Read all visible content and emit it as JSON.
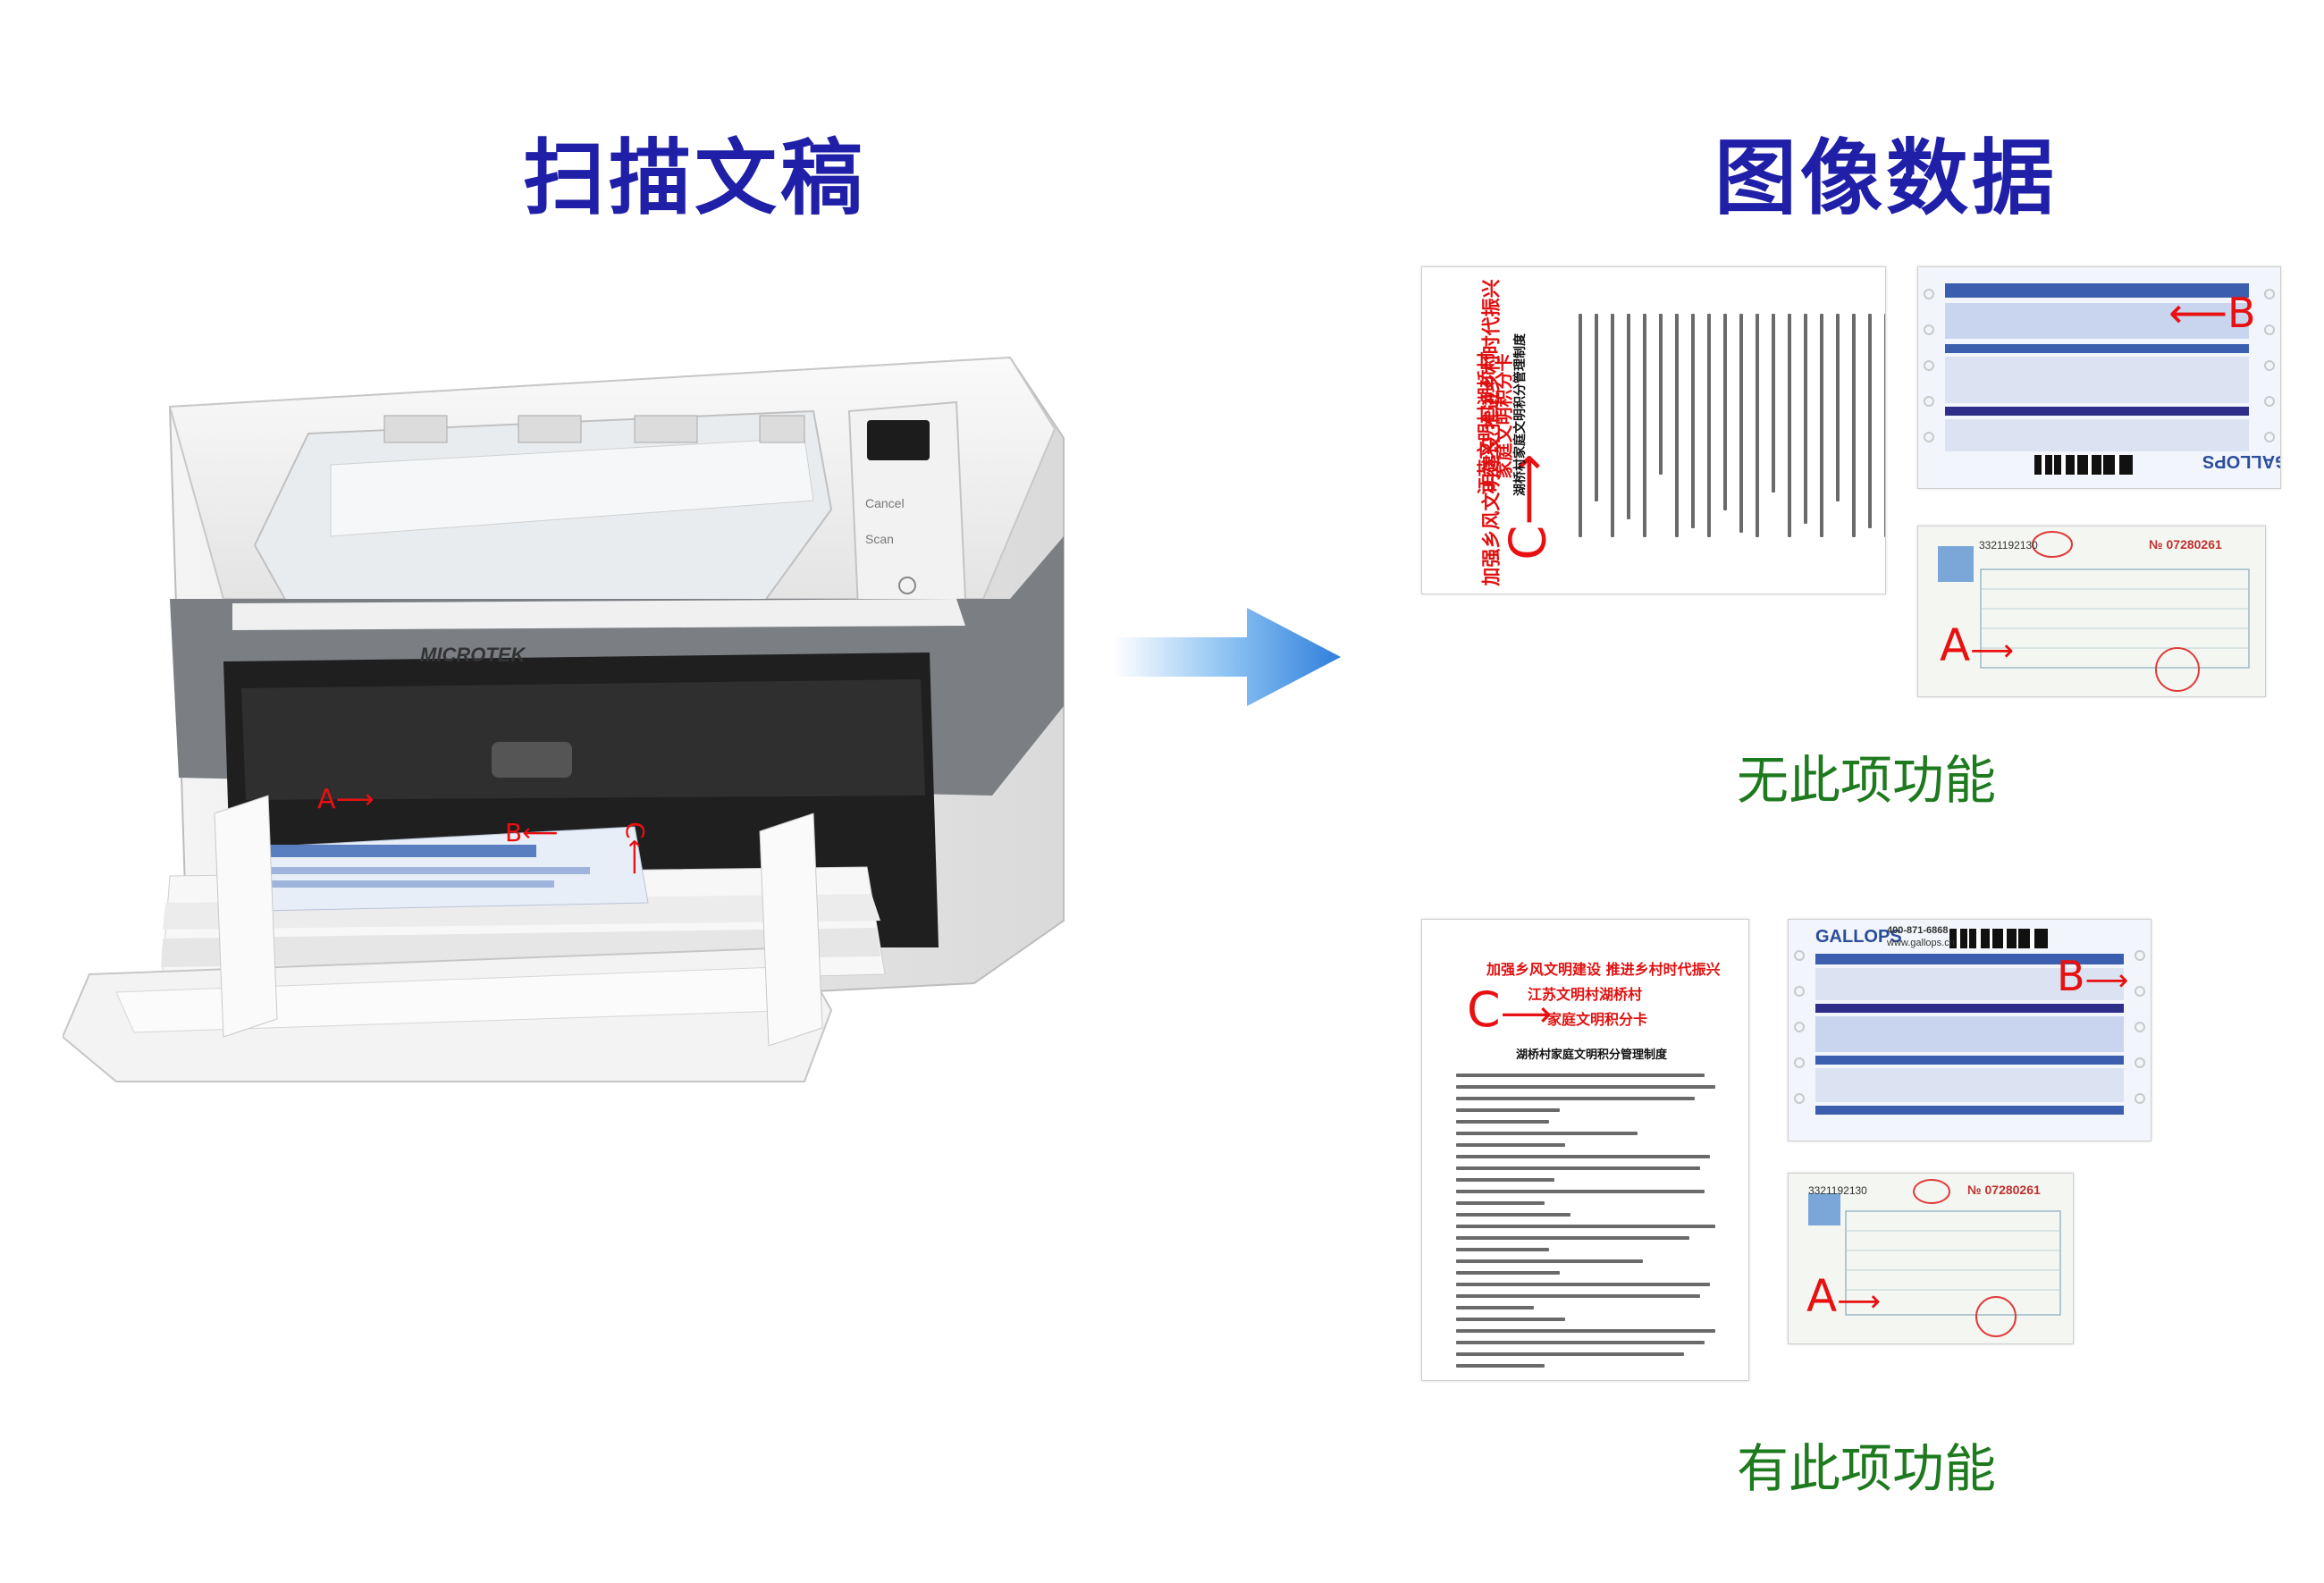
{
  "headings": {
    "left": "扫描文稿",
    "right": "图像数据"
  },
  "captions": {
    "without": "无此项功能",
    "with": "有此项功能"
  },
  "scanner": {
    "brand": "MICROTEK",
    "button_cancel": "Cancel",
    "button_scan": "Scan"
  },
  "markers": {
    "a": "A",
    "b": "B",
    "c": "C"
  },
  "document_c": {
    "line1": "加强乡风文明建设  推进乡村时代振兴",
    "line2": "江苏文明村湖桥村",
    "line3": "家庭文明积分卡",
    "title": "湖桥村家庭文明积分管理制度"
  },
  "invoice_b": {
    "brand": "GALLOPS",
    "phone": "400-871-6868",
    "site": "www.gallops.cn"
  },
  "receipt_a": {
    "code": "3321192130",
    "number": "№ 07280261"
  },
  "colors": {
    "heading": "#1f1fa8",
    "caption": "#1e7a1e",
    "marker": "#e01010",
    "arrow": "#3f8fe0"
  }
}
